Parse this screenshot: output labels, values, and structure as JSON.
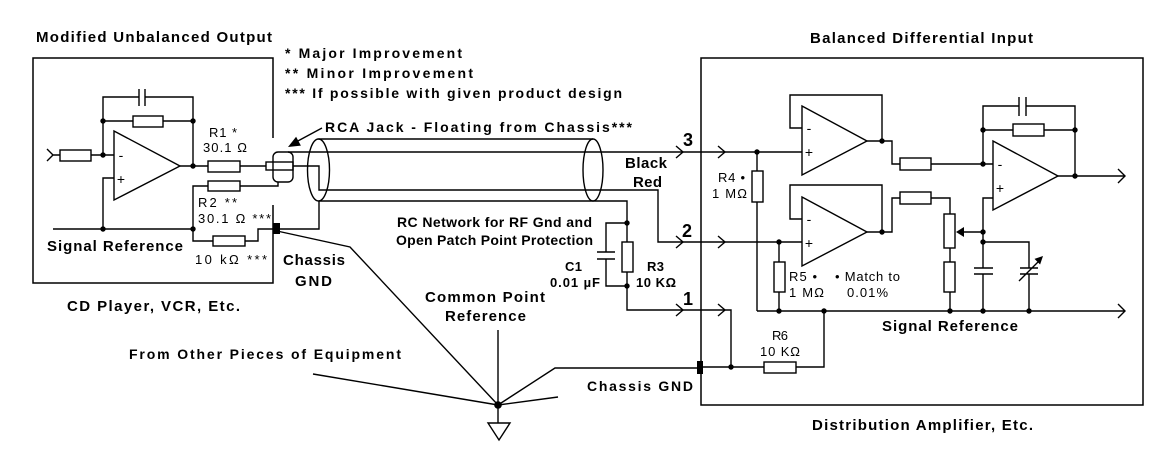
{
  "notes": [
    "* Major Improvement",
    "** Minor Improvement",
    "*** If possible with given product design"
  ],
  "source": {
    "title": "Modified Unbalanced Output",
    "caption": "CD Player, VCR, Etc.",
    "signal_reference": "Signal Reference",
    "chassis_gnd": {
      "line1": "Chassis",
      "line2": "GND"
    },
    "r1": {
      "name": "R1 *",
      "value": "30.1 Ω"
    },
    "r2": {
      "name": "R2 **",
      "value": "30.1 Ω ***"
    },
    "r_ground": {
      "value": "10 kΩ ***"
    }
  },
  "cable": {
    "rca_jack_label": "RCA Jack - Floating from Chassis***",
    "conductors": [
      "Black",
      "Red"
    ]
  },
  "rc_network": {
    "label_line1": "RC Network for RF Gnd and",
    "label_line2": "Open Patch Point Protection",
    "c1": {
      "name": "C1",
      "value": "0.01 µF"
    },
    "r3": {
      "name": "R3",
      "value": "10 KΩ"
    }
  },
  "common_point": {
    "line1": "Common Point",
    "line2": "Reference"
  },
  "other_equipment": "From Other Pieces of Equipment",
  "destination": {
    "title": "Balanced Differential Input",
    "caption": "Distribution Amplifier, Etc.",
    "pins": [
      "3",
      "2",
      "1"
    ],
    "r4": {
      "name": "R4 •",
      "value": "1 MΩ"
    },
    "r5": {
      "name": "R5 •",
      "value": "1 MΩ"
    },
    "match_note": {
      "line1": "• Match to",
      "line2": "0.01%"
    },
    "signal_reference": "Signal Reference",
    "r6": {
      "name": "R6",
      "value": "10 KΩ"
    },
    "chassis_gnd": "Chassis GND"
  },
  "opamp_pin_labels": {
    "inverting": "-",
    "non_inverting": "+"
  }
}
